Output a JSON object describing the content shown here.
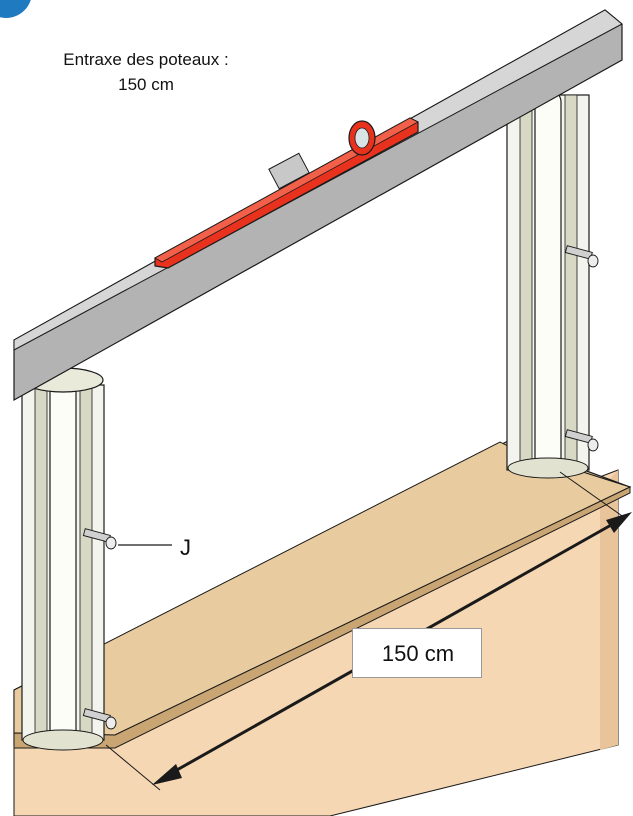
{
  "labels": {
    "spacing_line1": "Entraxe des poteaux :",
    "spacing_line2": "150 cm",
    "screw_callout": "J",
    "dimension": "150 cm"
  },
  "colors": {
    "rail": "#b3b3b3",
    "rail_top": "#d6d6d6",
    "level": "#e8321e",
    "post": "#f4f4ee",
    "post_shadow": "#d7d9c4",
    "plank": "#d9b98c",
    "plank_top": "#e6c99c",
    "soil": "#f5d7b3",
    "outline": "#1a1a1a"
  }
}
